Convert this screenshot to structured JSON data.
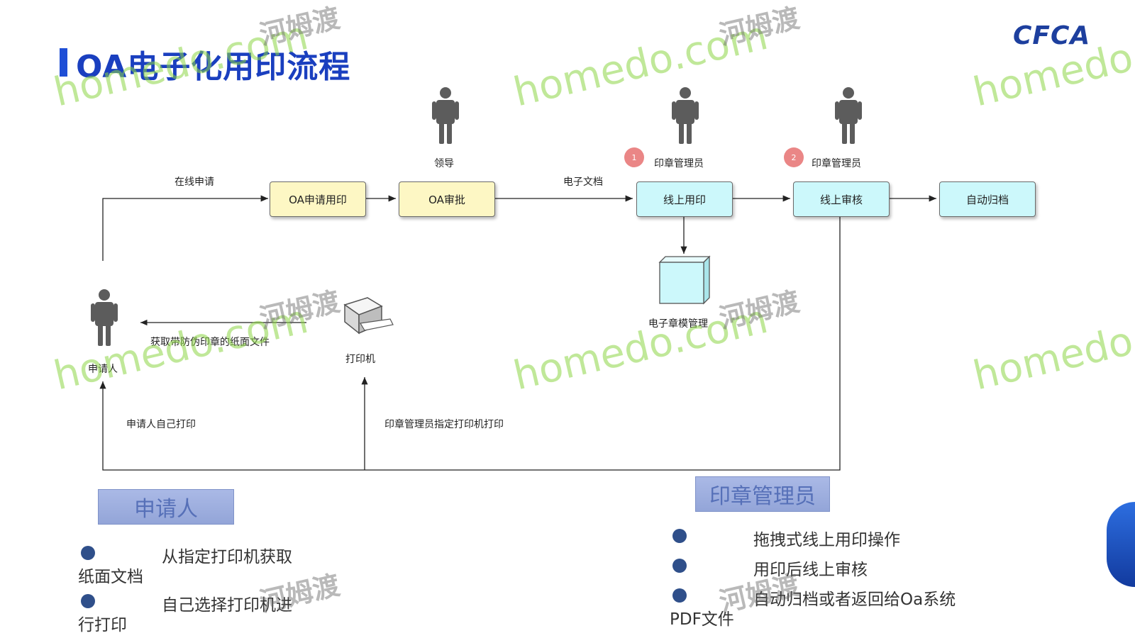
{
  "title": "OA电子化用印流程",
  "logo": "CFCA",
  "roles_top": {
    "leader": "领导",
    "seal_admin_1": "印章管理员",
    "seal_admin_2": "印章管理员",
    "applicant": "申请人"
  },
  "badges": [
    "1",
    "2"
  ],
  "boxes": {
    "oa_apply": "OA申请用印",
    "oa_approve": "OA审批",
    "online_seal": "线上用印",
    "online_review": "线上审核",
    "auto_archive": "自动归档"
  },
  "edge_labels": {
    "online_apply": "在线申请",
    "e_doc": "电子文档",
    "paper_doc": "获取带防伪印章的纸面文件",
    "self_print": "申请人自己打印",
    "admin_print": "印章管理员指定打印机打印"
  },
  "nodes": {
    "template_mgmt": "电子章模管理",
    "printer": "打印机"
  },
  "legend": {
    "applicant": {
      "header": "申请人",
      "bullets": [
        [
          "从指定打印机获取",
          "纸面文档"
        ],
        [
          "自己选择打印机进",
          "行打印"
        ]
      ]
    },
    "seal_admin": {
      "header": "印章管理员",
      "bullets": [
        [
          "拖拽式线上用印操作"
        ],
        [
          "用印后线上审核"
        ],
        [
          "自动归档或者返回给Oa系统",
          "PDF文件"
        ]
      ]
    }
  },
  "watermark": {
    "latin": "homedo.com",
    "cn": "河姆渡"
  },
  "colors": {
    "title": "#1a3fbf",
    "yellow_box": "#fdf7c4",
    "cyan_box": "#ccf8fb",
    "role_header": "#9fb0e0",
    "bullet": "#2f4f8a",
    "badge": "#ea8686"
  }
}
